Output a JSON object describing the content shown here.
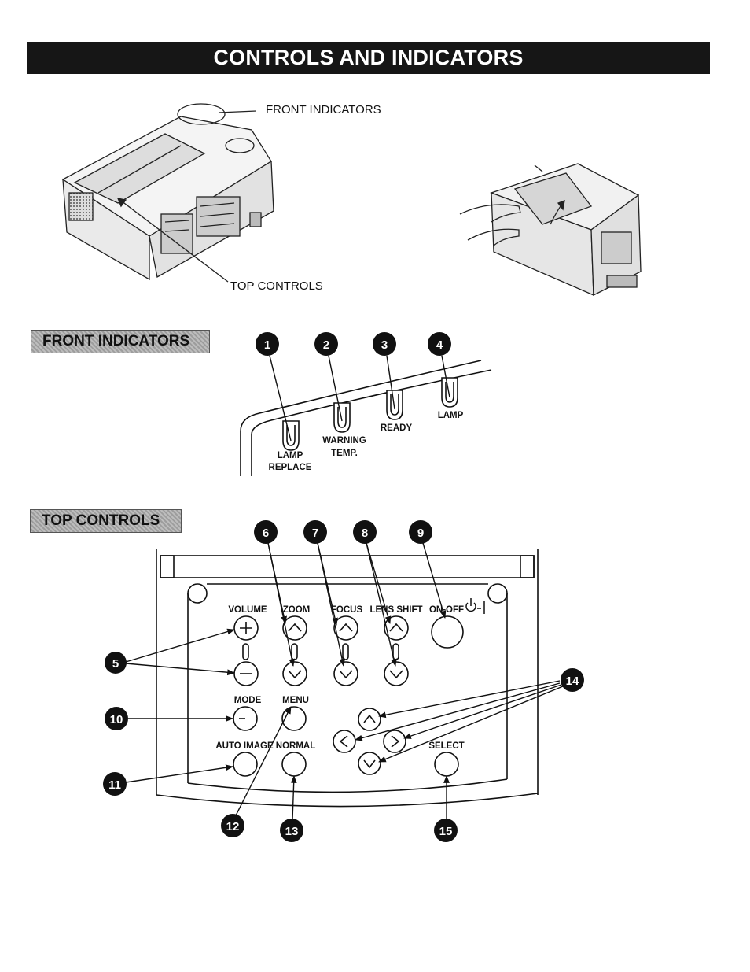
{
  "page_title": "CONTROLS AND INDICATORS",
  "callouts": {
    "front_indicators": "FRONT INDICATORS",
    "top_controls": "TOP CONTROLS"
  },
  "sections": {
    "front": "FRONT INDICATORS",
    "top": "TOP CONTROLS"
  },
  "indicators": [
    {
      "num": "1",
      "lines": [
        "LAMP",
        "REPLACE"
      ]
    },
    {
      "num": "2",
      "lines": [
        "WARNING",
        "TEMP."
      ]
    },
    {
      "num": "3",
      "lines": [
        "READY"
      ]
    },
    {
      "num": "4",
      "lines": [
        "LAMP"
      ]
    }
  ],
  "top_labels": {
    "volume": "VOLUME",
    "zoom": "ZOOM",
    "focus": "FOCUS",
    "lens_shift": "LENS SHIFT",
    "on_off": "ON-OFF",
    "mode": "MODE",
    "menu": "MENU",
    "auto_image": "AUTO IMAGE",
    "normal": "NORMAL",
    "select": "SELECT"
  },
  "top_numbers": {
    "n5": "5",
    "n6": "6",
    "n7": "7",
    "n8": "8",
    "n9": "9",
    "n10": "10",
    "n11": "11",
    "n12": "12",
    "n13": "13",
    "n14": "14",
    "n15": "15"
  }
}
